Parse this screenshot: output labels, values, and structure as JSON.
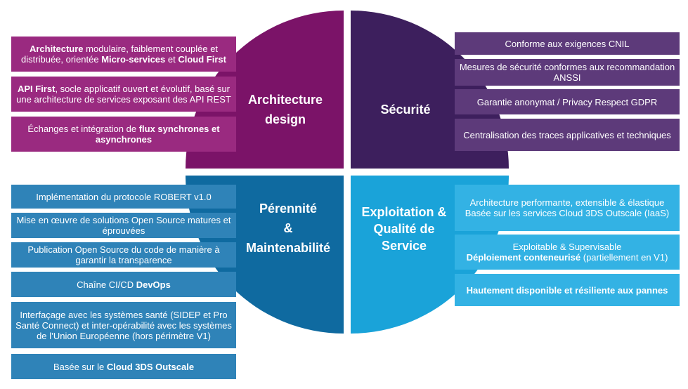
{
  "quadrants": {
    "architecture": {
      "line1": "Architecture",
      "line2": "design",
      "color": "#7b1368"
    },
    "securite": {
      "line1": "Sécurité",
      "color": "#3d1f5d"
    },
    "perennite": {
      "line1": "Pérennité",
      "line2": "&",
      "line3": "Maintenabilité",
      "color": "#0f6aa0"
    },
    "exploitation": {
      "line1": "Exploitation &",
      "line2": "Qualité de",
      "line3": "Service",
      "color": "#1aa3d9"
    }
  },
  "architecture_items": [
    {
      "a": "Architecture",
      "b": " modulaire, faiblement couplée et distribuée, orientée ",
      "c": "Micro-services",
      "d": " et ",
      "e": "Cloud First"
    },
    {
      "a": "API First",
      "b": ", socle applicatif ouvert et évolutif, basé sur une architecture de services exposant des API REST"
    },
    {
      "a": "Échanges et intégration de ",
      "b": "flux synchrones et asynchrones"
    }
  ],
  "securite_items": [
    "Conforme aux exigences CNIL",
    "Mesures de sécurité conformes aux recommandation ANSSI",
    "Garantie anonymat / Privacy Respect GDPR",
    "Centralisation des traces applicatives et techniques"
  ],
  "perennite_items": [
    {
      "a": "Implémentation du protocole ROBERT v1.0"
    },
    {
      "a": "Mise en œuvre de solutions Open Source matures et éprouvées"
    },
    {
      "a": "Publication Open Source du code de manière à garantir la transparence"
    },
    {
      "a": "Chaîne CI/CD ",
      "b": "DevOps"
    },
    {
      "a": "Interfaçage avec les systèmes santé (SIDEP et Pro Santé Connect) et inter-opérabilité avec les systèmes de l’Union Européenne (hors périmètre V1)"
    },
    {
      "a": "Basée sur le ",
      "b": "Cloud 3DS Outscale"
    }
  ],
  "exploitation_items": [
    {
      "a": "Architecture performante, extensible & élastique",
      "b": "Basée sur les services  Cloud 3DS Outscale (IaaS)"
    },
    {
      "a": "Exploitable & Supervisable",
      "b": "Déploiement conteneurisé",
      "c": " (partiellement en V1)"
    },
    {
      "a": "Hautement disponible et résiliente aux pannes"
    }
  ]
}
